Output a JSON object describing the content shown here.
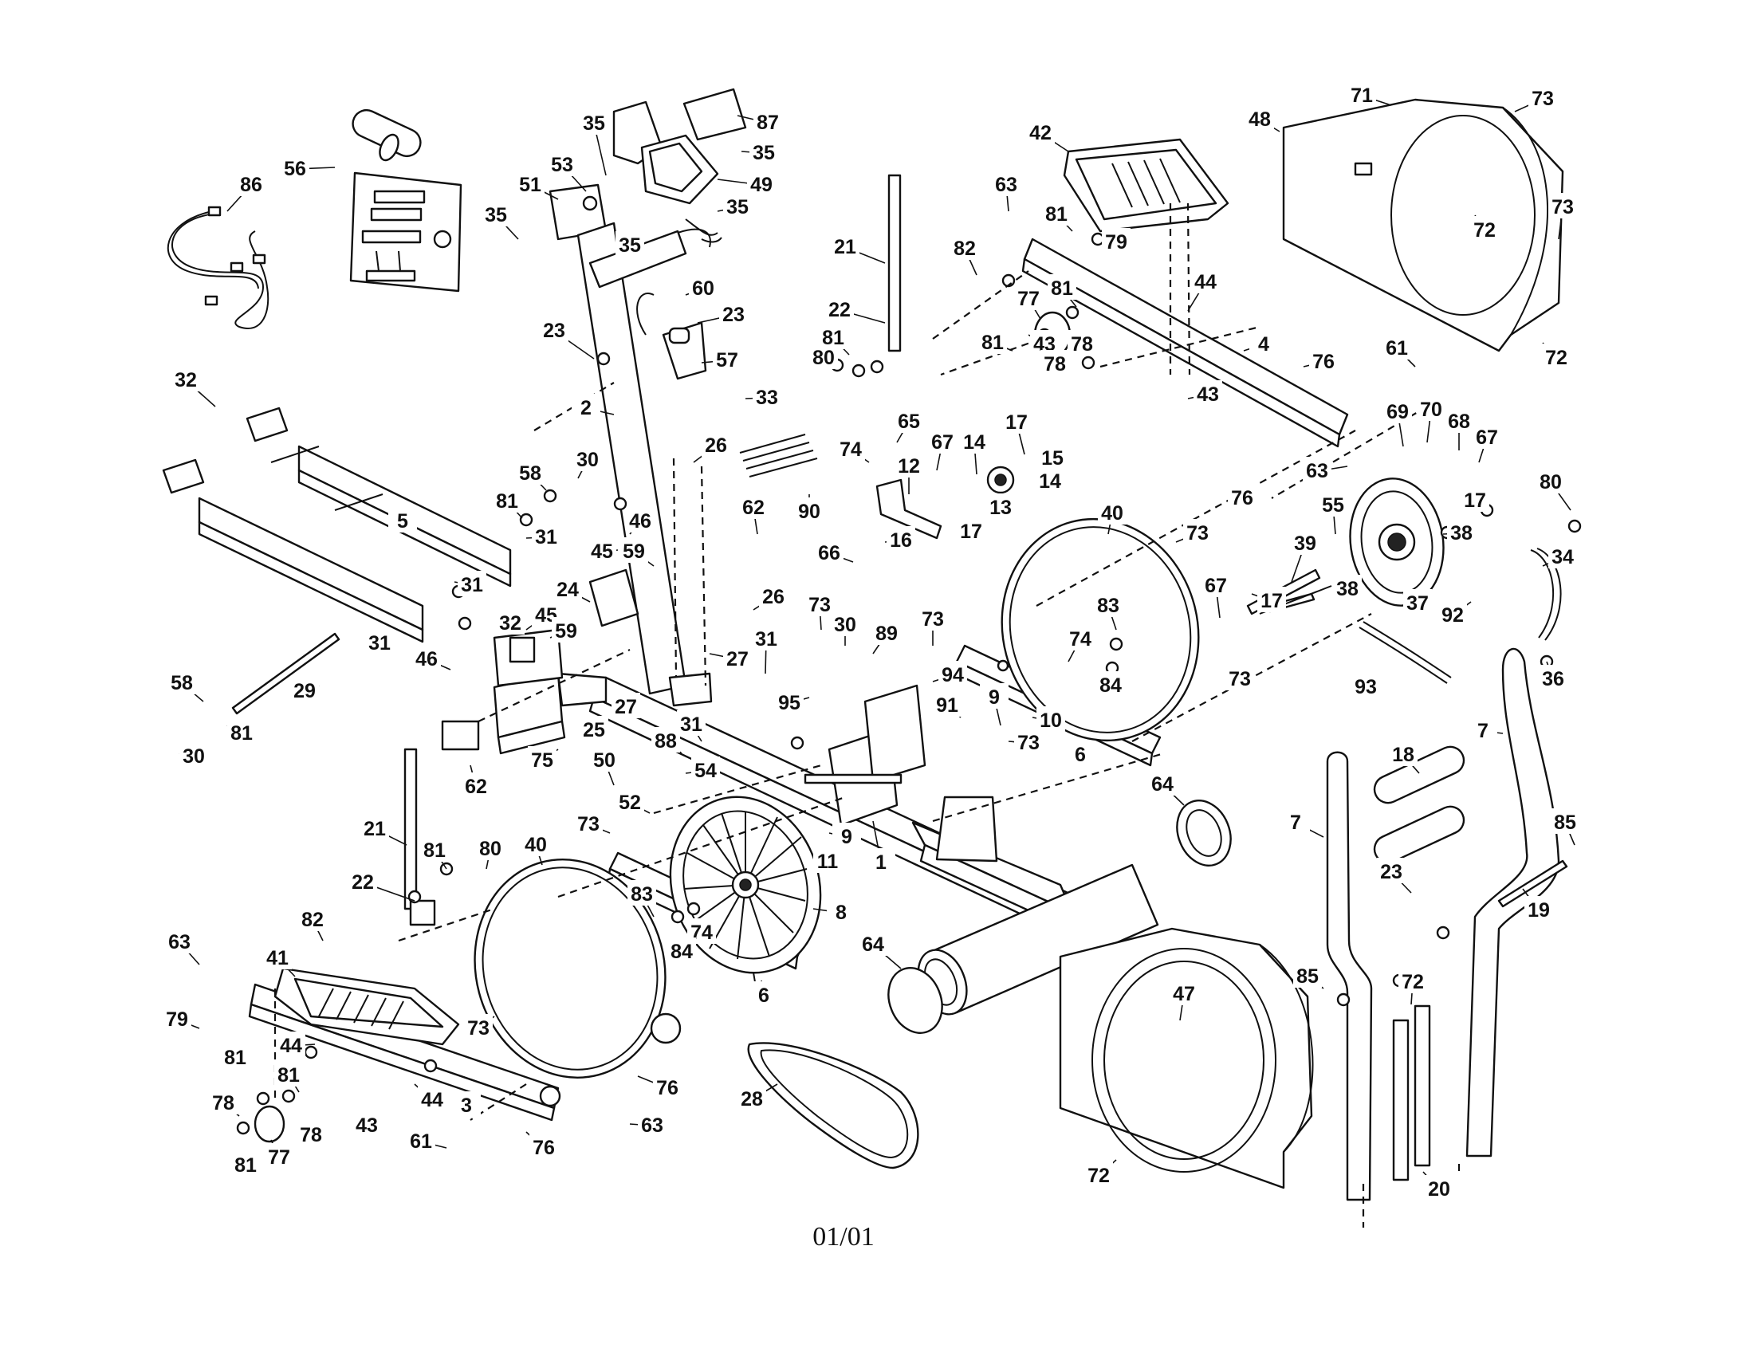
{
  "footer": {
    "date_code": "01/01"
  },
  "labels": {
    "l1": "1",
    "l2": "2",
    "l3": "3",
    "l4": "4",
    "l5": "5",
    "l6": "6",
    "l7": "7",
    "l8": "8",
    "l9": "9",
    "l10": "10",
    "l11": "11",
    "l12": "12",
    "l13": "13",
    "l14": "14",
    "l15": "15",
    "l16": "16",
    "l17": "17",
    "l18": "18",
    "l19": "19",
    "l20": "20",
    "l21": "21",
    "l22": "22",
    "l23": "23",
    "l24": "24",
    "l25": "25",
    "l26": "26",
    "l27": "27",
    "l28": "28",
    "l29": "29",
    "l30": "30",
    "l31": "31",
    "l32": "32",
    "l33": "33",
    "l34": "34",
    "l35": "35",
    "l36": "36",
    "l37": "37",
    "l38": "38",
    "l39": "39",
    "l40": "40",
    "l41": "41",
    "l42": "42",
    "l43": "43",
    "l44": "44",
    "l45": "45",
    "l46": "46",
    "l47": "47",
    "l48": "48",
    "l49": "49",
    "l50": "50",
    "l51": "51",
    "l52": "52",
    "l53": "53",
    "l54": "54",
    "l55": "55",
    "l56": "56",
    "l57": "57",
    "l58": "58",
    "l59": "59",
    "l60": "60",
    "l61": "61",
    "l62": "62",
    "l63": "63",
    "l64": "64",
    "l65": "65",
    "l66": "66",
    "l67": "67",
    "l68": "68",
    "l69": "69",
    "l70": "70",
    "l71": "71",
    "l72": "72",
    "l73": "73",
    "l74": "74",
    "l75": "75",
    "l76": "76",
    "l77": "77",
    "l78": "78",
    "l79": "79",
    "l80": "80",
    "l81": "81",
    "l82": "82",
    "l83": "83",
    "l84": "84",
    "l85": "85",
    "l86": "86",
    "l87": "87",
    "l88": "88",
    "l89": "89",
    "l90": "90",
    "l91": "91",
    "l92": "92",
    "l93": "93",
    "l94": "94",
    "l95": "95"
  }
}
